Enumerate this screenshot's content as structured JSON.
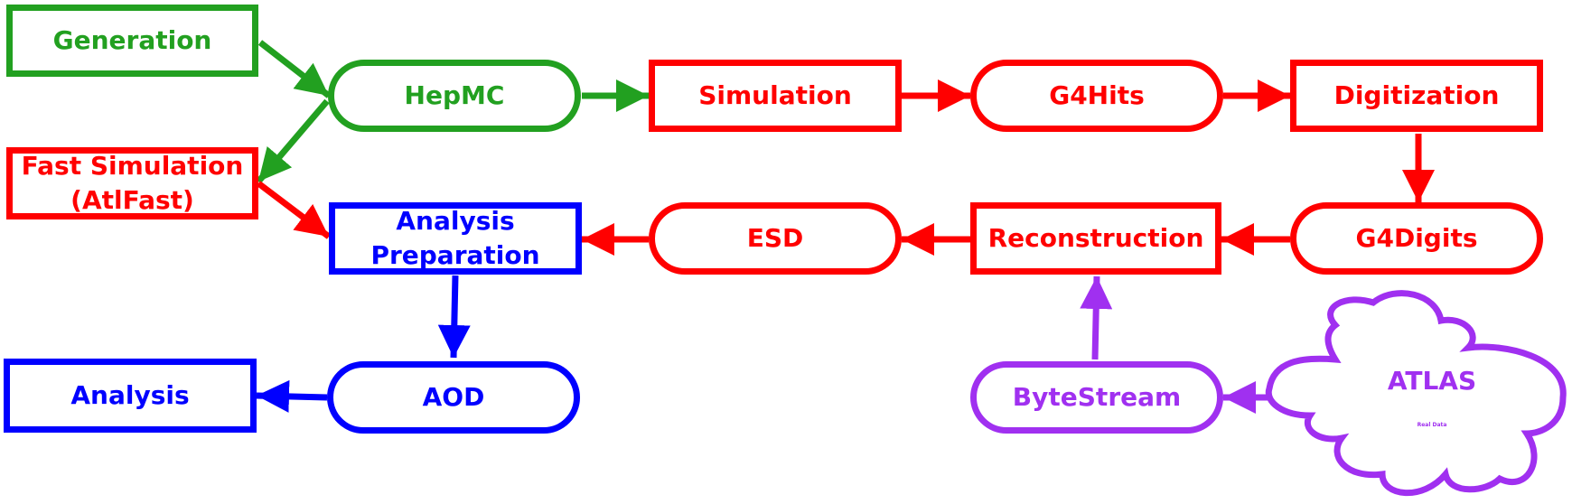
{
  "nodes": {
    "generation": "Generation",
    "hepmc": "HepMC",
    "simulation": "Simulation",
    "g4hits": "G4Hits",
    "digitization": "Digitization",
    "fast_simulation_line1": "Fast Simulation",
    "fast_simulation_line2": "(AtlFast)",
    "analysis_preparation_line1": "Analysis",
    "analysis_preparation_line2": "Preparation",
    "esd": "ESD",
    "reconstruction": "Reconstruction",
    "g4digits": "G4Digits",
    "analysis": "Analysis",
    "aod": "AOD",
    "bytestream": "ByteStream",
    "atlas": "ATLAS",
    "atlas_sub": "Real Data"
  },
  "colors": {
    "green": "#22a020",
    "red": "#ff0000",
    "blue": "#0000ff",
    "purple": "#a030f0"
  }
}
